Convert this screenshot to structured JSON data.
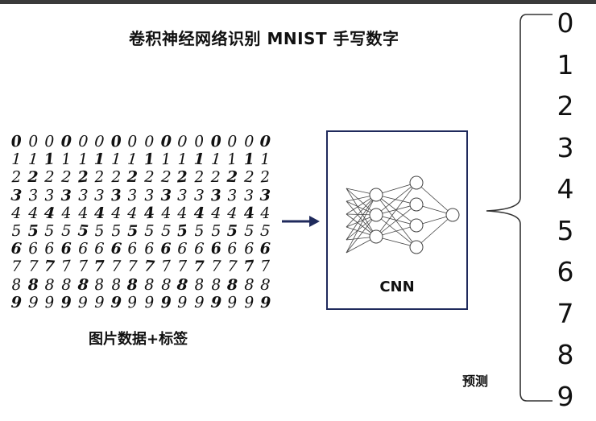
{
  "title": "卷积神经网络识别 MNIST 手写数字",
  "input_caption": "图片数据+标签",
  "model_label": "CNN",
  "prediction_label": "预测",
  "digit_grid": [
    "0000000000000000",
    "1111111111111111",
    "2222222222222222",
    "3333333333333333",
    "4444444444444444",
    "5555555555555555",
    "6666666666666666",
    "7777777777777777",
    "8888888888888888",
    "9999999999999999"
  ],
  "output_digits": [
    "0",
    "1",
    "2",
    "3",
    "4",
    "5",
    "6",
    "7",
    "8",
    "9"
  ],
  "colors": {
    "frame": "#1f2a5c",
    "arrow": "#1f2a5c",
    "topbar": "#3a3a3a"
  }
}
